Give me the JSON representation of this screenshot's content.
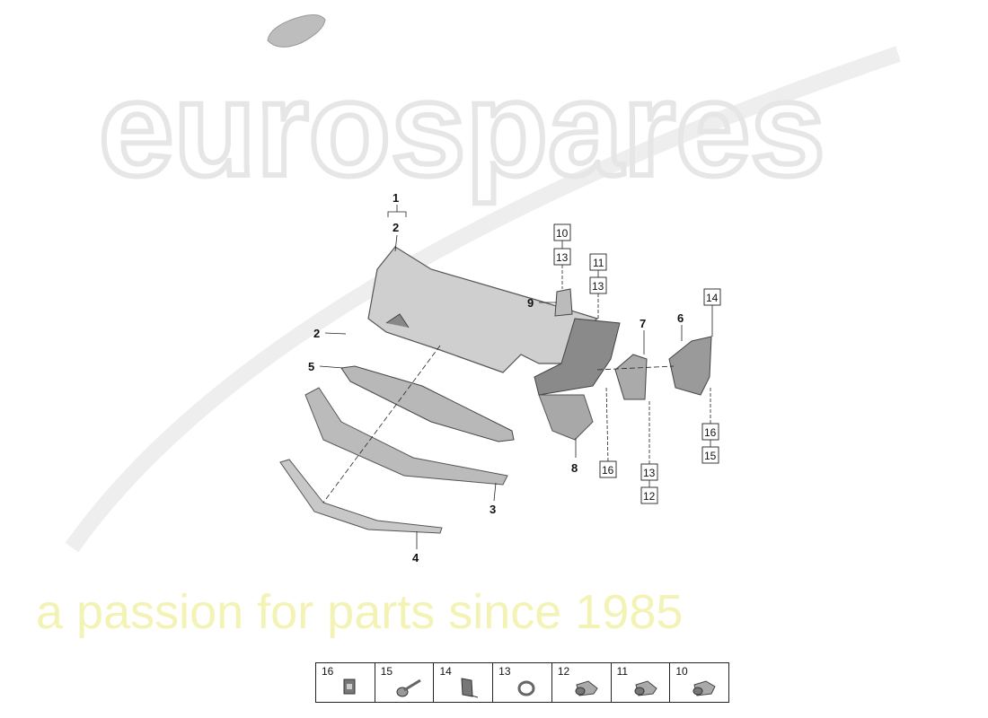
{
  "watermark": {
    "brand": "eurospares",
    "tagline": "a passion for parts since 1985"
  },
  "callouts": {
    "n1": "1",
    "n2a": "2",
    "n2b": "2",
    "n3": "3",
    "n4": "4",
    "n5": "5",
    "n6": "6",
    "n7": "7",
    "n8": "8",
    "n9": "9"
  },
  "boxes": {
    "b10": "10",
    "b13a": "13",
    "b11": "11",
    "b13b": "13",
    "b14": "14",
    "b16a": "16",
    "b13c": "13",
    "b12": "12",
    "b16b": "16",
    "b15": "15"
  },
  "legend": [
    {
      "number": "16",
      "icon": "clip-nut-icon"
    },
    {
      "number": "15",
      "icon": "screw-icon"
    },
    {
      "number": "14",
      "icon": "clip-bracket-icon"
    },
    {
      "number": "13",
      "icon": "ring-seal-icon"
    },
    {
      "number": "12",
      "icon": "parking-sensor-icon"
    },
    {
      "number": "11",
      "icon": "parking-sensor-icon"
    },
    {
      "number": "10",
      "icon": "parking-sensor-icon"
    }
  ]
}
